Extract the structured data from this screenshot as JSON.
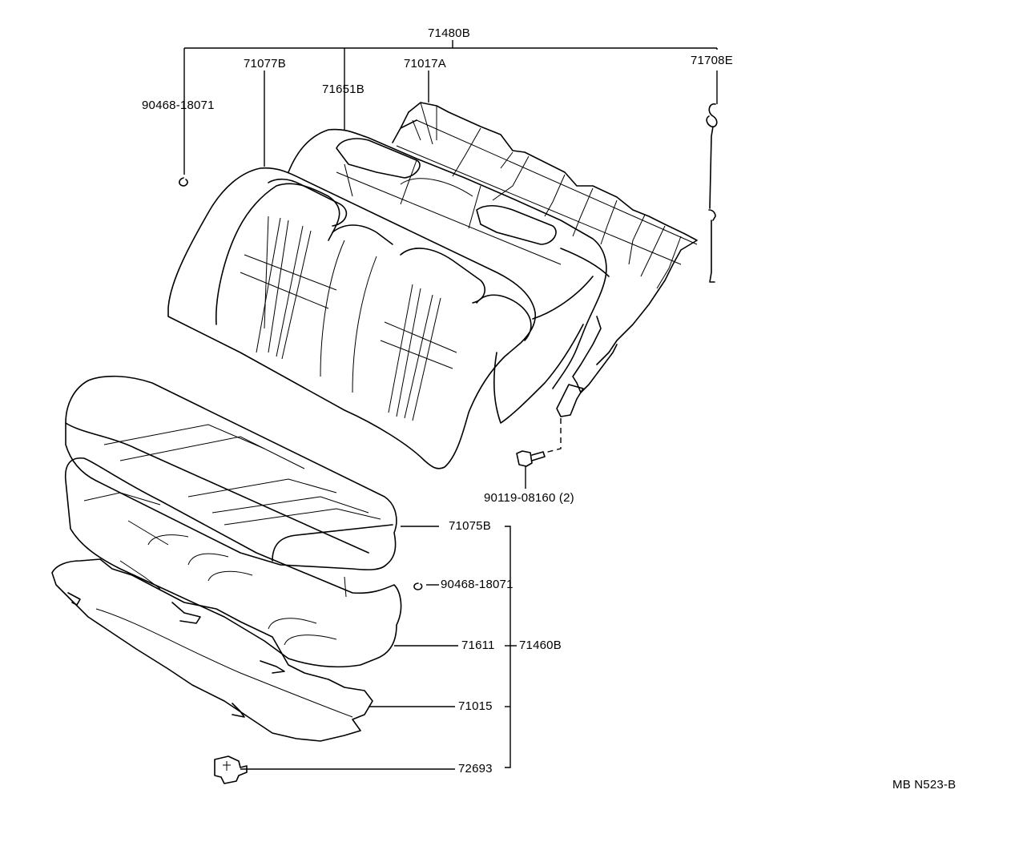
{
  "diagram": {
    "labels": {
      "assy_back": "71480B",
      "back_frame": "71077B",
      "back_pad": "71651B",
      "back_cover": "71017A",
      "wire": "71708E",
      "hog_ring_top": "90468-18071",
      "bolt": "90119-08160 (2)",
      "cushion_cover": "71075B",
      "hog_ring_bottom": "90468-18071",
      "cushion_pad": "71611",
      "assy_cushion": "71460B",
      "cushion_frame": "71015",
      "hook": "72693",
      "drawing_code": "MB N523-B"
    }
  }
}
